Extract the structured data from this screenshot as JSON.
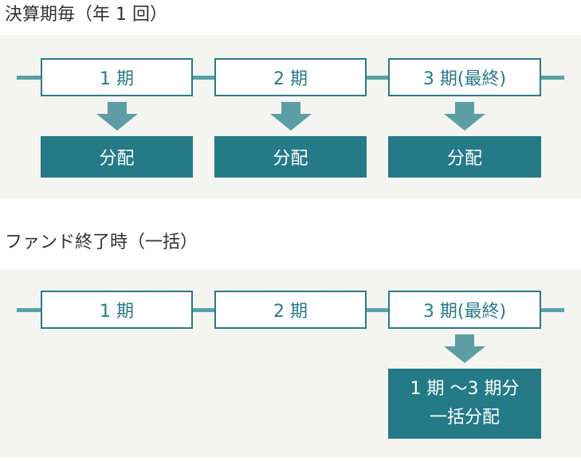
{
  "section1": {
    "title": "決算期毎（年 1 回）",
    "periods": [
      "1 期",
      "2 期",
      "3 期(最終)"
    ],
    "distributions": [
      "分配",
      "分配",
      "分配"
    ]
  },
  "section2": {
    "title": "ファンド終了時（一括）",
    "periods": [
      "1 期",
      "2 期",
      "3 期(最終)"
    ],
    "distribution_line1": "1 期 〜3 期分",
    "distribution_line2": "一括分配"
  },
  "colors": {
    "panel_bg": "#f4f4f0",
    "line": "#5aa0a8",
    "box_border": "#2b7a86",
    "arrow": "#5d9ea5",
    "distribution_bg": "#257a87"
  }
}
